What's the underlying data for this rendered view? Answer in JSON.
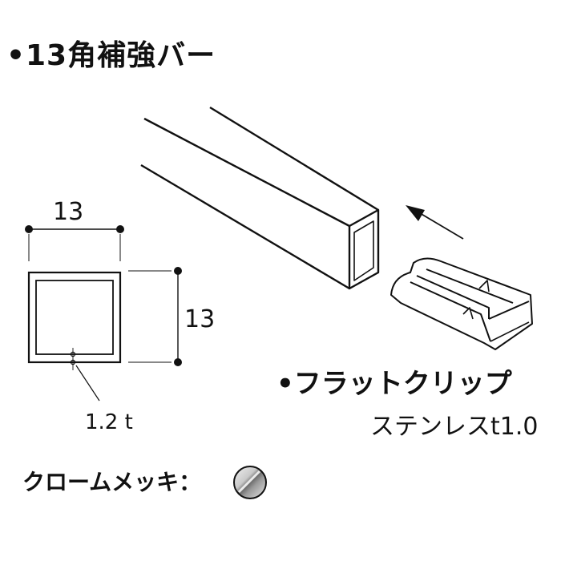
{
  "title": "•13角補強バー",
  "cross_section": {
    "width_label": "13",
    "height_label": "13",
    "thickness_label": "1.2 t"
  },
  "clip": {
    "name": "•フラットクリップ",
    "material": "ステンレスt1.0"
  },
  "finish": {
    "label": "クロームメッキ：",
    "swatch_icon": "chrome-swatch-icon"
  }
}
